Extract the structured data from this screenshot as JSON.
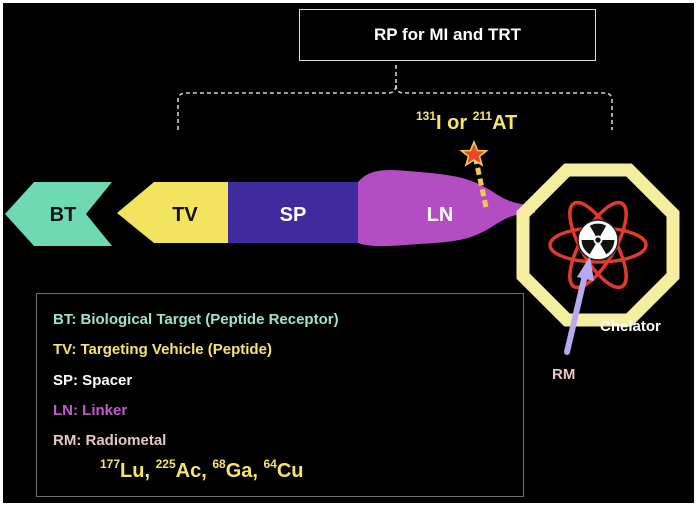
{
  "title": "RP for MI and TRT",
  "segments": {
    "bt": "BT",
    "tv": "TV",
    "sp": "SP",
    "ln": "LN"
  },
  "radiohalogen": {
    "first_mass": "131",
    "first_symbol": "I",
    "joiner": " or ",
    "second_mass": "211",
    "second_symbol": "AT"
  },
  "chelator_label": "Chelator",
  "rm_label": "RM",
  "legend": [
    {
      "key": "BT:",
      "text": " Biological Target (Peptide Receptor)",
      "color": "#9fe3cf"
    },
    {
      "key": "TV:",
      "text": " Targeting Vehicle (Peptide)",
      "color": "#f5e66b"
    },
    {
      "key": "SP:",
      "text": " Spacer",
      "color": "#ffffff"
    },
    {
      "key": "LN:",
      "text": " Linker",
      "color": "#c25ccf"
    },
    {
      "key": "RM:",
      "text": " Radiometal",
      "color": "#e6c6c6"
    }
  ],
  "radiometals": [
    {
      "mass": "177",
      "symbol": "Lu",
      "sep": ", "
    },
    {
      "mass": "225",
      "symbol": "Ac",
      "sep": ", "
    },
    {
      "mass": "68",
      "symbol": "Ga",
      "sep": ", "
    },
    {
      "mass": "64",
      "symbol": "Cu",
      "sep": ""
    }
  ],
  "colors": {
    "background": "#000000",
    "bt": "#6fd9b4",
    "tv": "#f2e45e",
    "sp": "#3f2a9e",
    "ln": "#b44cc3",
    "octagon": "#f5eea0",
    "orbit": "#e03a2a",
    "arrow": "#b7a9f0",
    "star": "#e8452a"
  },
  "icons": {
    "radiation": "radiation-trefoil-icon",
    "star": "star-icon",
    "atom": "atom-orbit-icon"
  }
}
